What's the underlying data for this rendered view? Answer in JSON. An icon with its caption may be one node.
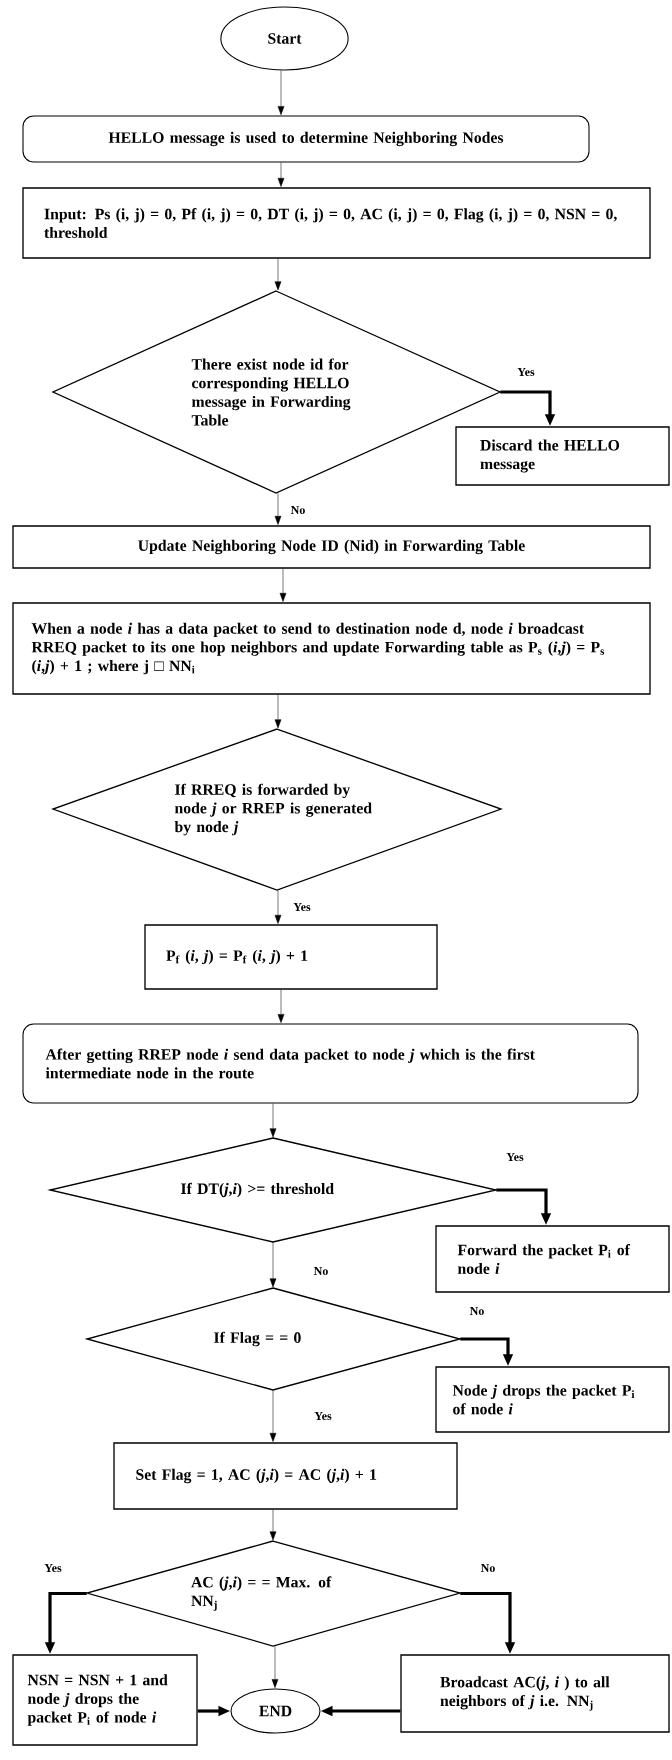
{
  "diagram": {
    "nodes": [
      {
        "text": [
          "Start"
        ]
      },
      {
        "text": [
          "HELLO message is used to determine Neighboring Nodes"
        ]
      },
      {
        "text": [
          "Input: Ps (i, j) = 0, Pf (i, j) = 0, DT (i, j) = 0, AC (i, j) = 0, Flag (i,  j) = 0,   NSN = 0, threshold"
        ]
      },
      {
        "text": [
          "There exist node  id for corresponding HELLO message in Forwarding Table"
        ]
      },
      {
        "text": [
          "Discard the HELLO message"
        ]
      },
      {
        "text": [
          "Update Neighboring Node ID (Nid) in Forwarding Table"
        ]
      },
      {
        "text": [
          "When a node *i* has a data packet to send  to destination  node d, node *i* broadcast RREQ packet to its one hop neighbors  and update Forwarding table as P$_{s}$ (*i*,*j*) = P$_{s}$ (*i*,*j*) + 1 ;  where  j □ NN$_{i}$"
        ]
      },
      {
        "text": [
          "If  RREQ is forwarded by node *j* or RREP is generated by node *j*"
        ]
      },
      {
        "text": [
          "P$_{f}$ (*i*, *j*) = P$_{f}$ (*i*, *j*) + 1"
        ]
      },
      {
        "text": [
          "After getting RREP node *i* send data packet  to node *j* which is the first intermediate node in the route"
        ]
      },
      {
        "text": [
          "If  DT(*j*,*i*) >=  threshold"
        ]
      },
      {
        "text": [
          "Forward the packet P$_{i}$ of node *i*"
        ]
      },
      {
        "text": [
          "If  Flag = =  0"
        ]
      },
      {
        "text": [
          "Node *j* drops the packet P$_{i}$ of node *i*"
        ]
      },
      {
        "text": [
          "Set  Flag = 1, AC (*j*,*i*) = AC (*j*,*i*)  + 1"
        ]
      },
      {
        "text": [
          "AC (*j*,*i*)  = =  Max. of NN$_{j}$"
        ]
      },
      {
        "text": [
          "NSN = NSN + 1 and node *j* drops the packet P$_{i}$ of node *i*"
        ]
      },
      {
        "text": [
          "END"
        ]
      },
      {
        "text": [
          "Broadcast AC(*j*, *i* ) to all neighbors of *j* i.e. NN$_{j}$"
        ]
      }
    ],
    "edges": [
      {
        "from": 0,
        "to": 1,
        "arrow": "to"
      },
      {
        "from": 1,
        "to": 2,
        "arrow": "to"
      },
      {
        "from": 2,
        "to": 3,
        "arrow": "to"
      },
      {
        "from": 3,
        "to": 4,
        "arrow": "to",
        "label": "Yes",
        "style": "thick"
      },
      {
        "from": 3,
        "to": 5,
        "arrow": "to",
        "label": "No"
      },
      {
        "from": 5,
        "to": 6,
        "arrow": "to"
      },
      {
        "from": 6,
        "to": 7,
        "arrow": "to"
      },
      {
        "from": 7,
        "to": 8,
        "arrow": "to",
        "label": "Yes"
      },
      {
        "from": 8,
        "to": 9,
        "arrow": "to"
      },
      {
        "from": 9,
        "to": 10,
        "arrow": "to"
      },
      {
        "from": 10,
        "to": 11,
        "arrow": "to",
        "label": "Yes",
        "style": "thick"
      },
      {
        "from": 10,
        "to": 12,
        "arrow": "to",
        "label": "No"
      },
      {
        "from": 12,
        "to": 13,
        "arrow": "to",
        "label": "No",
        "style": "thick"
      },
      {
        "from": 12,
        "to": 14,
        "arrow": "to",
        "label": "Yes"
      },
      {
        "from": 14,
        "to": 15,
        "arrow": "to"
      },
      {
        "from": 15,
        "to": 16,
        "arrow": "to",
        "label": "Yes",
        "style": "thick"
      },
      {
        "from": 15,
        "to": 18,
        "arrow": "to",
        "label": "No",
        "style": "thick"
      },
      {
        "from": 15,
        "to": 17,
        "arrow": "to"
      },
      {
        "from": 16,
        "to": 17,
        "arrow": "to",
        "style": "thick"
      },
      {
        "from": 18,
        "to": 17,
        "arrow": "to",
        "style": "thick"
      }
    ]
  }
}
